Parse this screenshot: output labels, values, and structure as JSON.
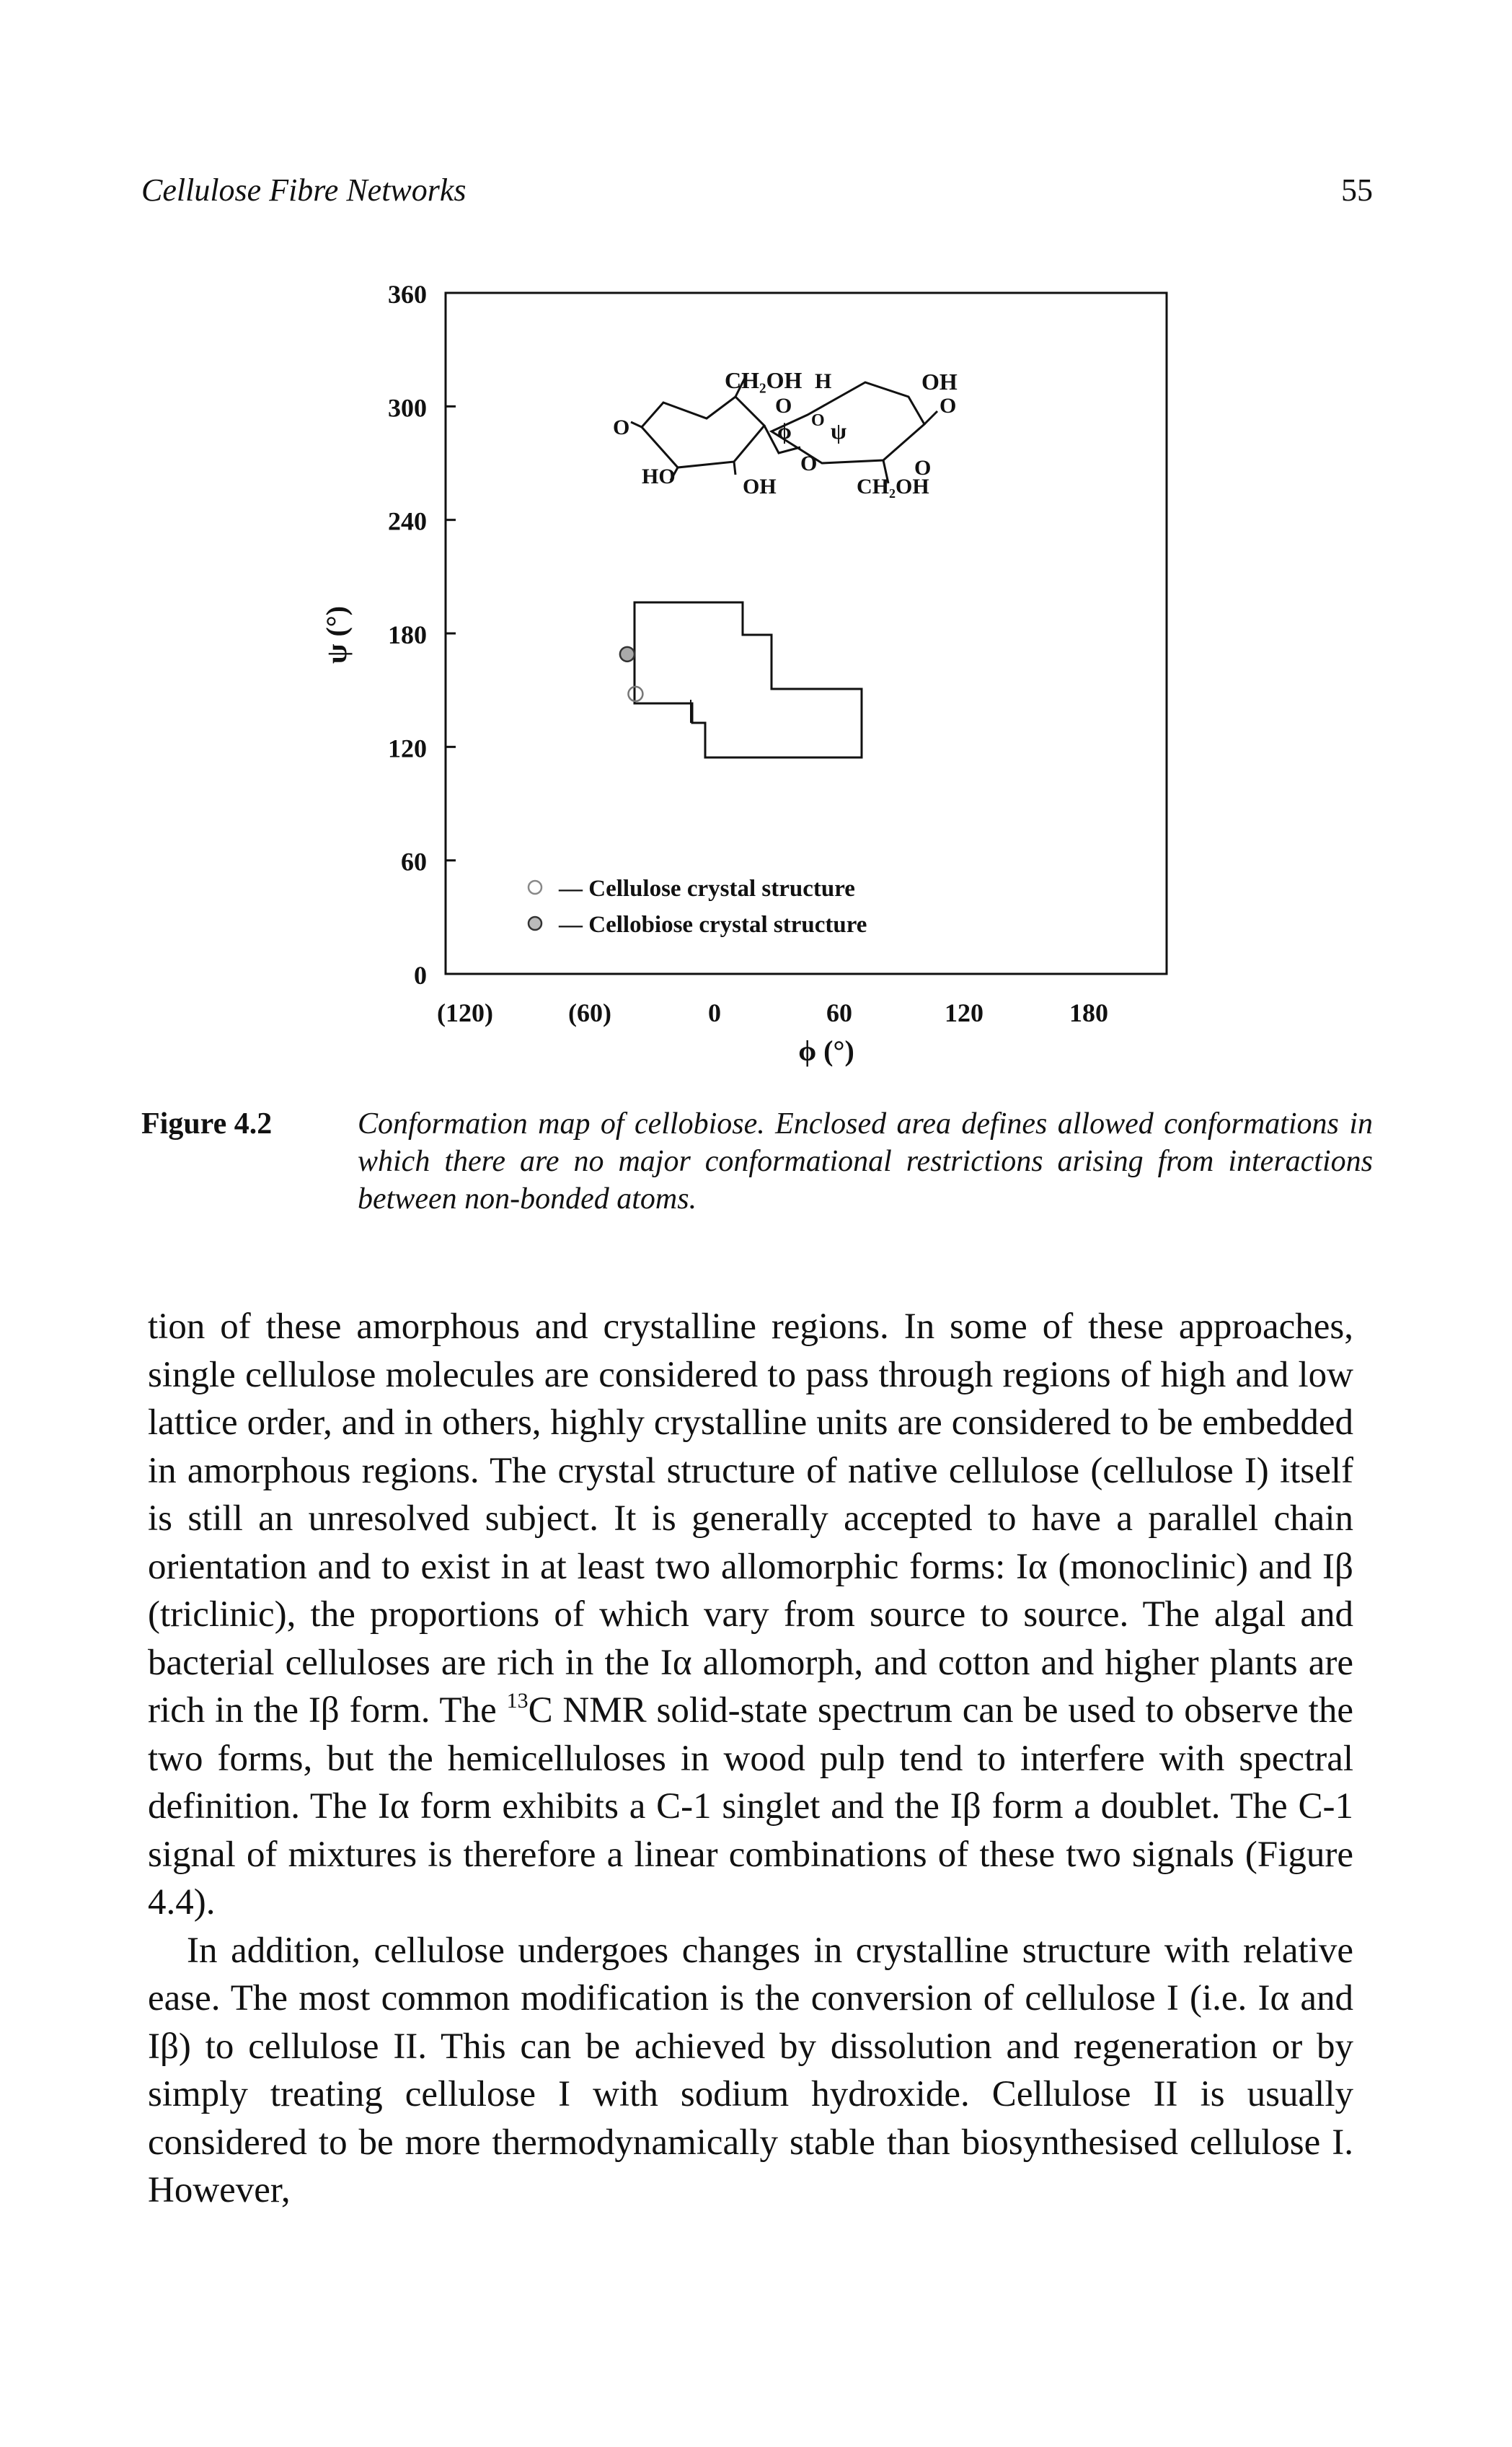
{
  "header": {
    "running_title": "Cellulose Fibre Networks",
    "page_number": "55"
  },
  "figure": {
    "chart_data": {
      "type": "scatter",
      "title": "",
      "xlabel": "ϕ (°)",
      "ylabel": "ψ (°)",
      "x_tick_labels": [
        "(120)",
        "(60)",
        "0",
        "60",
        "120",
        "180"
      ],
      "y_tick_labels": [
        "360",
        "300",
        "240",
        "180",
        "120",
        "60",
        "0"
      ],
      "ylim": [
        0,
        360
      ],
      "series": [
        {
          "name": "Cellulose crystal structure",
          "marker": "open-circle",
          "x": [
            -38
          ],
          "y": [
            148
          ]
        },
        {
          "name": "Cellobiose crystal structure",
          "marker": "filled-circle",
          "x": [
            -42
          ],
          "y": [
            169
          ]
        }
      ],
      "legend_placement": "bottom-center",
      "molecule_labels": [
        "CH₂OH",
        "H",
        "O",
        "ϕ",
        "ψ",
        "OH",
        "HO",
        "OH",
        "O",
        "CH₂OH",
        "O",
        "O",
        "O",
        "O"
      ]
    }
  },
  "caption": {
    "label": "Figure 4.2",
    "text": "Conformation map of cellobiose. Enclosed area defines allowed conformations in which there are no major conformational restrictions arising from interactions between non-bonded atoms."
  },
  "body": {
    "p1_a": "tion of these amorphous and crystalline regions. In some of these approaches, single cellulose molecules are considered to pass through regions of high and low lattice order, and in others, highly crystalline units are considered to be embedded in amorphous regions. The crystal structure of native cellulose (cellulose I) itself is still an unresolved subject. It is generally accepted to have a parallel chain orientation and to exist in at least two allomorphic forms: Iα (monoclinic) and Iβ (triclinic), the proportions of which vary from source to source. The algal and bacterial celluloses are rich in the Iα allomorph, and cotton and higher plants are rich in the Iβ form. The ",
    "p1_sup": "13",
    "p1_b": "C NMR solid-state spectrum can be used to observe the two forms, but the hemicelluloses in wood pulp tend to interfere with spectral definition. The Iα form exhibits a C-1 singlet and the Iβ form a doublet. The C-1 signal of mixtures is therefore a linear combinations of these two signals (Figure 4.4).",
    "p2": "In addition, cellulose undergoes changes in crystalline structure with relative ease. The most common modification is the conversion of cellulose I (i.e. Iα and Iβ) to cellulose II. This can be achieved by dissolution and regeneration or by simply treating cellulose I with sodium hydroxide. Cellulose II is usually considered to be more thermodynamically stable than biosynthesised cellulose I. However,"
  }
}
